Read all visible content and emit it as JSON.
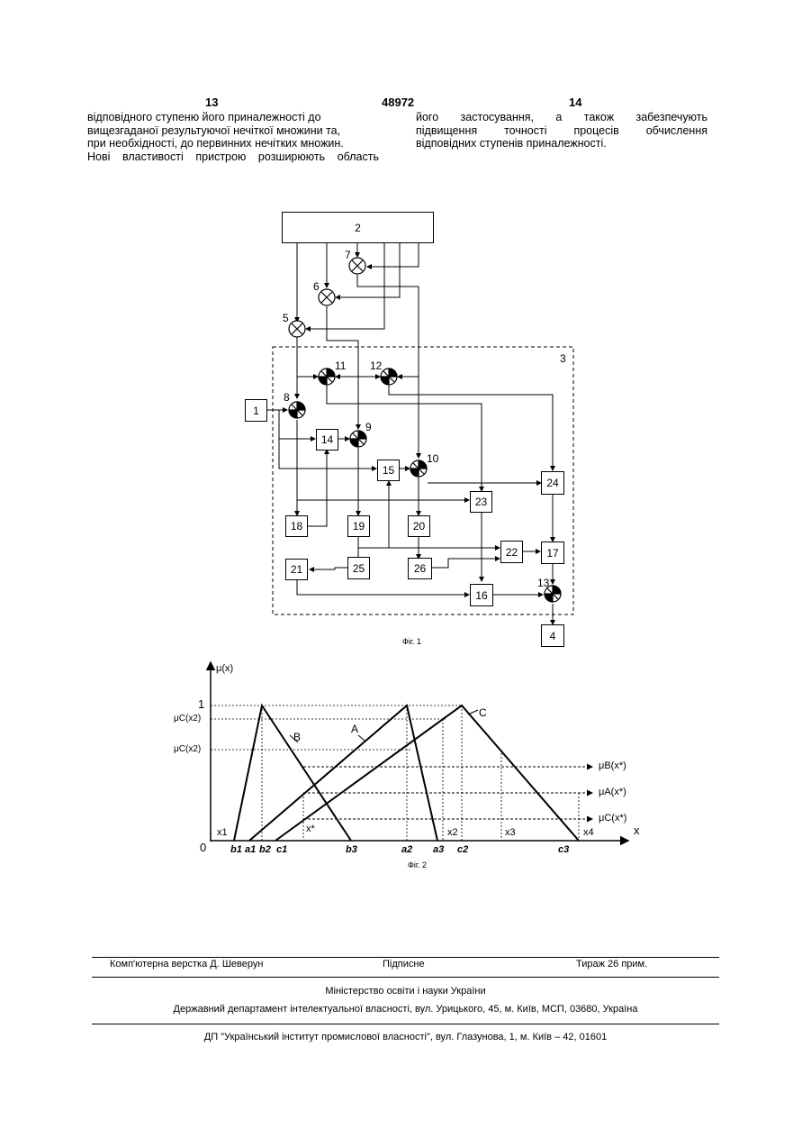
{
  "header": {
    "left_page": "13",
    "patent_number": "48972",
    "right_page": "14"
  },
  "text": {
    "left_column": [
      "відповідного ступеню його приналежності до",
      "вищезгаданої результуючої нечіткої множини та,",
      "при необхідності, до первинних нечітких множин.",
      "Нові властивості пристрою розширюють область"
    ],
    "right_column": [
      "його застосування, а також забезпечують",
      "підвищення точності процесів обчислення",
      "відповідних ступенів приналежності."
    ]
  },
  "figure1": {
    "caption": "Фіг. 1",
    "blocks": [
      "2",
      "1",
      "14",
      "15",
      "18",
      "19",
      "20",
      "21",
      "25",
      "26",
      "23",
      "24",
      "22",
      "17",
      "16",
      "4"
    ],
    "multipliers": [
      "7",
      "6",
      "5",
      "11",
      "12",
      "8",
      "9",
      "10",
      "13"
    ],
    "frame_label": "3"
  },
  "figure2": {
    "caption": "Фіг. 2",
    "y_axis_label": "μ(x)",
    "x_axis_label": "x",
    "origin": "0",
    "y_ticks": [
      "1",
      "μC(x2)",
      "μC(x2)"
    ],
    "x_upper_ticks": [
      "x1",
      "x*",
      "x2",
      "x3",
      "x4"
    ],
    "x_lower_ticks": [
      "b1",
      "a1",
      "b2",
      "c1",
      "b3",
      "a2",
      "a3",
      "c2",
      "c3"
    ],
    "curve_labels": [
      "B",
      "A",
      "C"
    ],
    "arrow_labels": [
      "μB(x*)",
      "μA(x*)",
      "μC(x*)"
    ]
  },
  "footer": {
    "typesetting": "Комп'ютерна верстка Д. Шеверун",
    "signed": "Підписне",
    "circulation": "Тираж 26 прим.",
    "ministry": "Міністерство освіти і науки України",
    "department": "Державний департамент інтелектуальної власності, вул. Урицького, 45, м. Київ, МСП, 03680, Україна",
    "institute": "ДП \"Український інститут промислової власності\", вул. Глазунова, 1, м. Київ – 42, 01601"
  }
}
